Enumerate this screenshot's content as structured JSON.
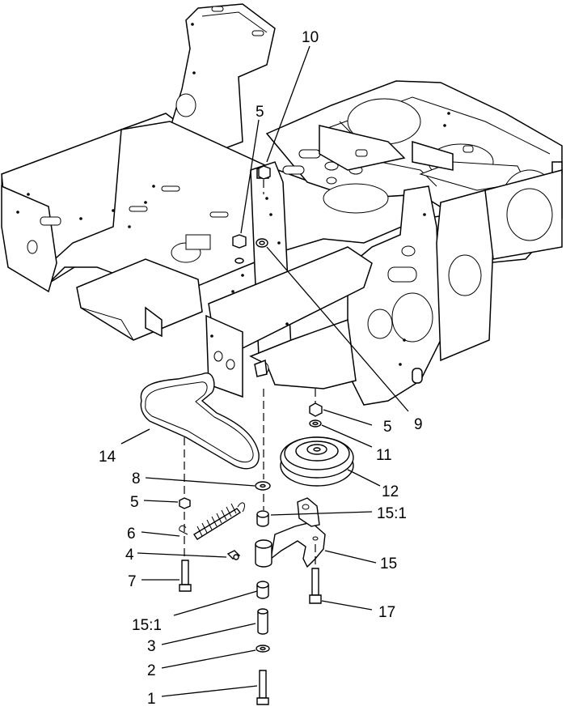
{
  "diagram": {
    "callouts": [
      {
        "id": "c10",
        "text": "10"
      },
      {
        "id": "c5a",
        "text": "5"
      },
      {
        "id": "c9",
        "text": "9"
      },
      {
        "id": "c5b",
        "text": "5"
      },
      {
        "id": "c11",
        "text": "11"
      },
      {
        "id": "c12",
        "text": "12"
      },
      {
        "id": "c14",
        "text": "14"
      },
      {
        "id": "c8",
        "text": "8"
      },
      {
        "id": "c5c",
        "text": "5"
      },
      {
        "id": "c151a",
        "text": "15:1"
      },
      {
        "id": "c6",
        "text": "6"
      },
      {
        "id": "c4",
        "text": "4"
      },
      {
        "id": "c15",
        "text": "15"
      },
      {
        "id": "c7",
        "text": "7"
      },
      {
        "id": "c17",
        "text": "17"
      },
      {
        "id": "c151b",
        "text": "15:1"
      },
      {
        "id": "c3",
        "text": "3"
      },
      {
        "id": "c2",
        "text": "2"
      },
      {
        "id": "c1",
        "text": "1"
      }
    ]
  }
}
